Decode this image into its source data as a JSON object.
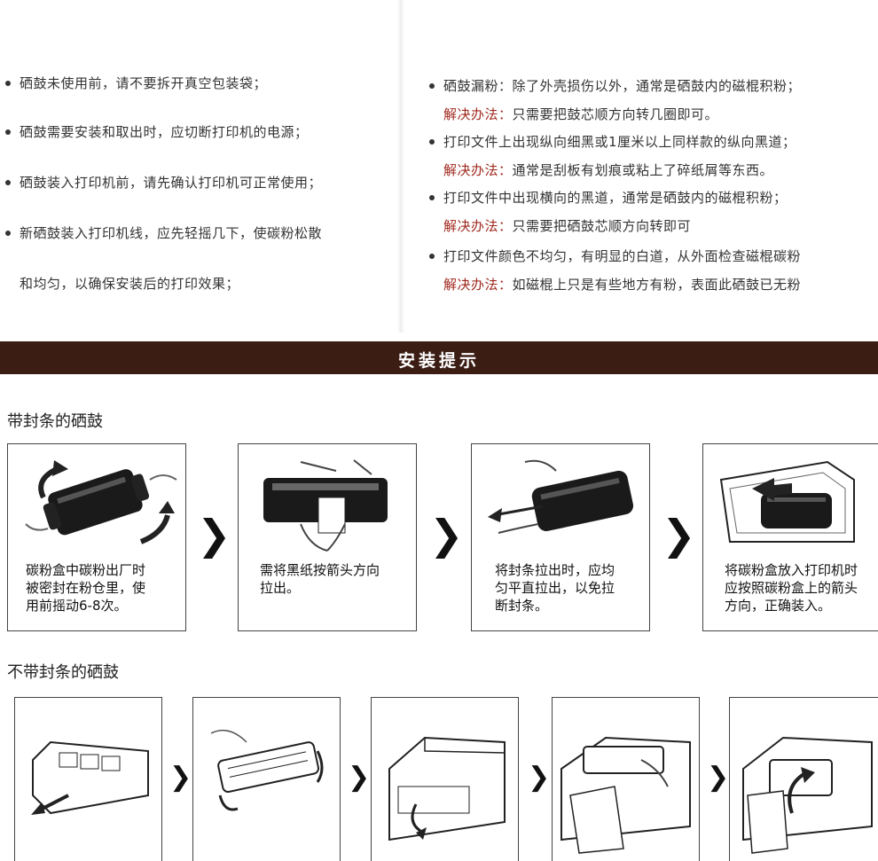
{
  "tips_left": [
    "硒鼓未使用前，请不要拆开真空包装袋；",
    "硒鼓需要安装和取出时，应切断打印机的电源；",
    "硒鼓装入打印机前，请先确认打印机可正常使用；",
    "新硒鼓装入打印机线，应先轻摇几下，使碳粉松散",
    "和均匀，以确保安装后的打印效果；"
  ],
  "tips_right": [
    {
      "problem": "硒鼓漏粉：除了外壳损伤以外，通常是硒鼓内的磁棍积粉；",
      "solution_label": "解决办法：",
      "solution": "只需要把鼓芯顺方向转几圈即可。"
    },
    {
      "problem": "打印文件上出现纵向细黑或1厘米以上同样款的纵向黑道；",
      "solution_label": "解决办法：",
      "solution": "通常是刮板有划痕或粘上了碎纸屑等东西。"
    },
    {
      "problem": "打印文件中出现横向的黑道，通常是硒鼓内的磁棍积粉；",
      "solution_label": "解决办法：",
      "solution": "只需要把硒鼓芯顺方向转即可"
    },
    {
      "problem": "打印文件颜色不均匀，有明显的白道，从外面检查磁棍碳粉",
      "solution_label": "解决办法：",
      "solution": "如磁棍上只是有些地方有粉，表面此硒鼓已无粉"
    }
  ],
  "banner_title": "安装提示",
  "sealed_section": {
    "label": "带封条的硒鼓",
    "steps": [
      {
        "lines": [
          "碳粉盒中碳粉出厂时",
          "被密封在粉仓里，使",
          "用前摇动6-8次。"
        ]
      },
      {
        "lines": [
          "需将黑纸按箭头方向",
          "拉出。"
        ]
      },
      {
        "lines": [
          "将封条拉出时，应均",
          "匀平直拉出，以免拉",
          "断封条。"
        ]
      },
      {
        "lines": [
          "将碳粉盒放入打印机时",
          "应按照碳粉盒上的箭头",
          "方向，正确装入。"
        ]
      }
    ],
    "arrow_glyph": "❯"
  },
  "unsealed_section": {
    "label": "不带封条的硒鼓",
    "arrow_glyph": "❯"
  },
  "colors": {
    "banner_bg": "#3b1d14",
    "solution_red": "#a0291f"
  }
}
